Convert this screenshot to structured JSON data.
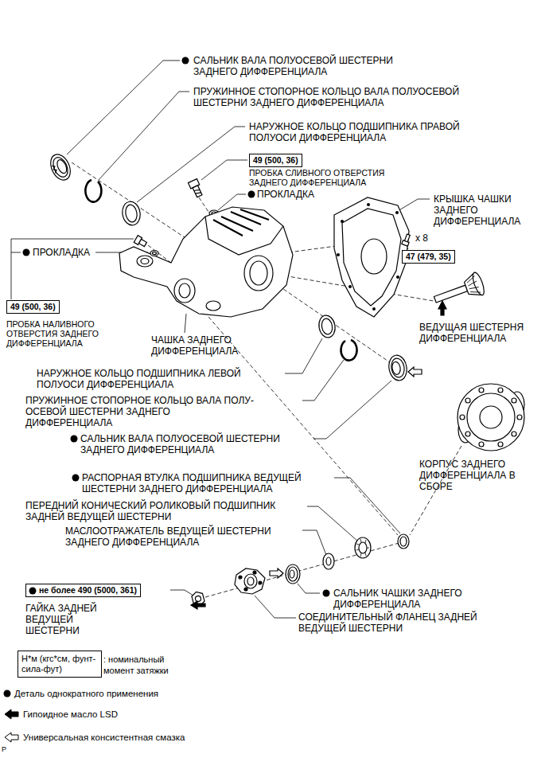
{
  "diagram": {
    "nodes": [
      {
        "text": [
          "49 (500, 36)"
        ]
      },
      {
        "text": [
          "47 (479, 35)"
        ]
      },
      {
        "text": [
          "49 (500, 36)"
        ]
      },
      {
        "text": [
          "не более 490 (5000, 361)"
        ]
      },
      {
        "text": [
          "Н*м (кгс*см, фунт-сила-фут)"
        ]
      }
    ],
    "labels": [
      "САЛЬНИК ВАЛА ПОЛУОСЕВОЙ ШЕСТЕРНИ ЗАДНЕГО ДИФФЕРЕНЦИАЛА",
      "ПРУЖИННОЕ СТОПОРНОЕ КОЛЬЦО ВАЛА ПОЛУОСЕВОЙ ШЕСТЕРНИ ЗАДНЕГО ДИФФЕРЕНЦИАЛА",
      "НАРУЖНОЕ КОЛЬЦО ПОДШИПНИКА ПРАВОЙ ПОЛУОСИ ДИФФЕРЕНЦИАЛА",
      "ПРОБКА СЛИВНОГО ОТВЕРСТИЯ ЗАДНЕГО ДИФФЕРЕНЦИАЛА",
      "ПРОКЛАДКА",
      "КРЫШКА ЧАШКИ ЗАДНЕГО ДИФФЕРЕНЦИАЛА",
      "x 8",
      "ПРОКЛАДКА",
      "ПРОБКА НАЛИВНОГО ОТВЕРСТИЯ ЗАДНЕГО ДИФФЕРЕНЦИАЛА",
      "ЧАШКА ЗАДНЕГО ДИФФЕРЕНЦИАЛА",
      "ВЕДУЩАЯ ШЕСТЕРНЯ ДИФФЕРЕНЦИАЛА",
      "НАРУЖНОЕ КОЛЬЦО ПОДШИПНИКА ЛЕВОЙ ПОЛУОСИ ДИФФЕРЕНЦИАЛА",
      "ПРУЖИННОЕ СТОПОРНОЕ КОЛЬЦО ВАЛА ПОЛУ- ОСЕВОЙ ШЕСТЕРНИ ЗАДНЕГО ДИФФЕРЕНЦИАЛА",
      "САЛЬНИК ВАЛА ПОЛУОСЕВОЙ ШЕСТЕРНИ ЗАДНЕГО ДИФФЕРЕНЦИАЛА",
      "КОРПУС ЗАДНЕГО ДИФФЕРЕНЦИАЛА В СБОРЕ",
      "РАСПОРНАЯ ВТУЛКА ПОДШИПНИКА ВЕДУЩЕЙ ШЕСТЕРНИ ЗАДНЕГО ДИФФЕРЕНЦИАЛА",
      "ПЕРЕДНИЙ КОНИЧЕСКИЙ РОЛИКОВЫЙ ПОДШИПНИК ЗАДНЕЙ ВЕДУЩЕЙ ШЕСТЕРНИ",
      "МАСЛООТРАЖАТЕЛЬ ВЕДУЩЕЙ ШЕСТЕРНИ ЗАДНЕГО ДИФФЕРЕНЦИАЛА",
      "ГАЙКА ЗАДНЕЙ ВЕДУЩЕЙ ШЕСТЕРНИ",
      "САЛЬНИК ЧАШКИ ЗАДНЕГО ДИФФЕРЕНЦИАЛА",
      "СОЕДИНИТЕЛЬНЫЙ ФЛАНЕЦ ЗАДНЕЙ ВЕДУЩЕЙ ШЕСТЕРНИ",
      "P"
    ],
    "legend": [
      {
        "text": ": номинальный момент затяжки"
      },
      {
        "text": "Деталь однократного применения"
      },
      {
        "text": "Гипоидное масло LSD"
      },
      {
        "text": "Универсальная консистентная смазка"
      }
    ]
  }
}
